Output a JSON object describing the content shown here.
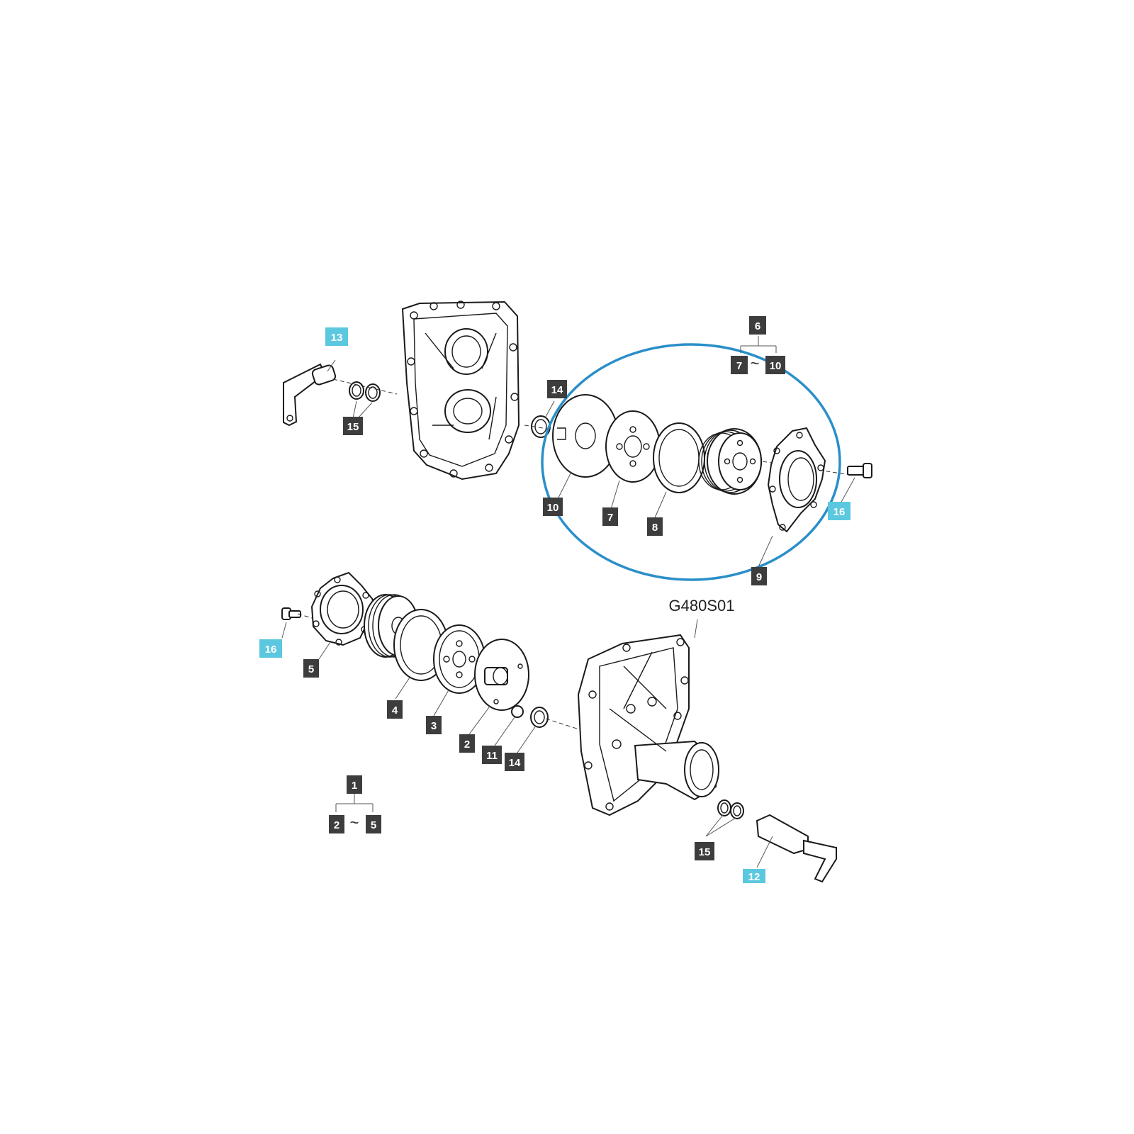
{
  "diagram": {
    "reference_code": "G480S01",
    "colors": {
      "callout_dark": "#3d3d3d",
      "callout_highlight": "#5bc8df",
      "ring": "#2a8fc9",
      "line": "#1a1a1a"
    },
    "callouts": {
      "c13": "13",
      "c15_top": "15",
      "c14_top": "14",
      "c6": "6",
      "c7_group": "7",
      "c10_group": "10",
      "c10": "10",
      "c7": "7",
      "c8": "8",
      "c9": "9",
      "c16_top": "16",
      "c16_bottom": "16",
      "c5": "5",
      "c4": "4",
      "c3": "3",
      "c2": "2",
      "c11": "11",
      "c14_bottom": "14",
      "c1": "1",
      "c2_group": "2",
      "c5_group": "5",
      "c15_bottom": "15",
      "c12": "12"
    },
    "range_marks": {
      "top_group": "~",
      "bottom_group": "~"
    }
  }
}
